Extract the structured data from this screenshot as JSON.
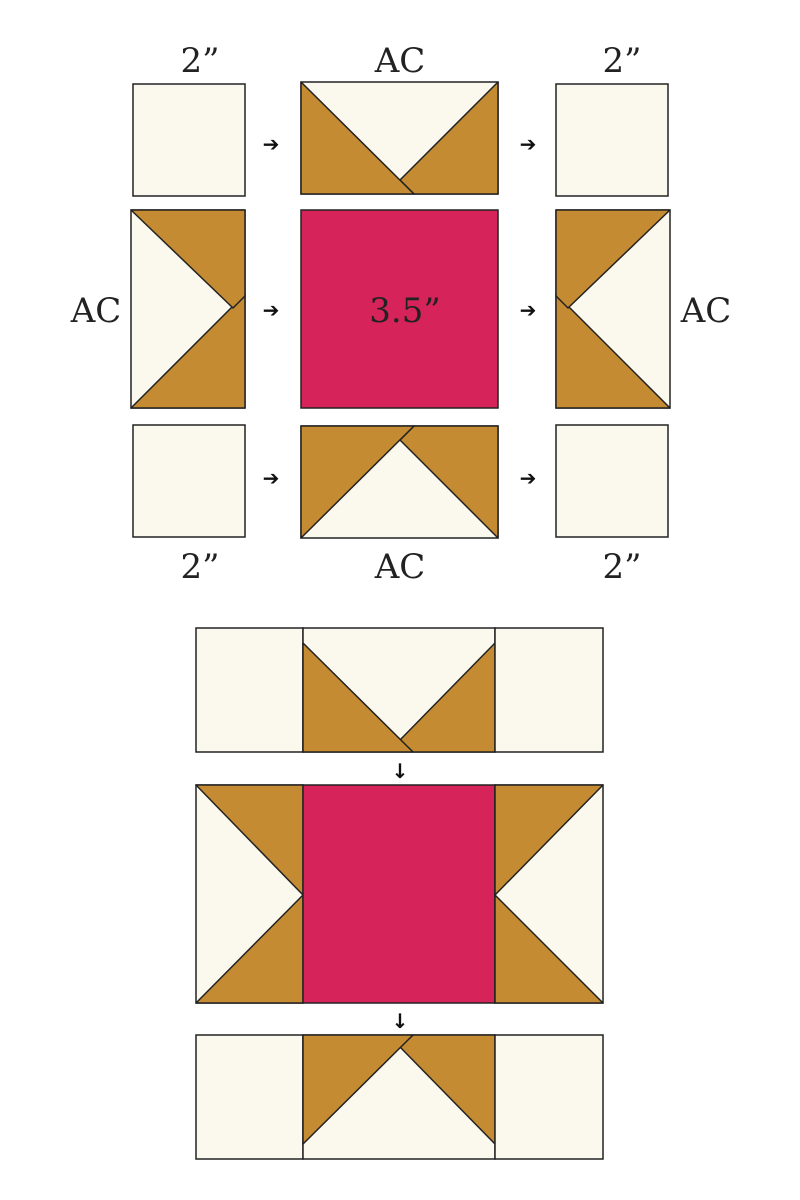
{
  "colors": {
    "cream": "#FBF8EE",
    "gold": "#C48B32",
    "pink": "#D6245A"
  },
  "labels": {
    "top_left": "2”",
    "top_center": "AC",
    "top_right": "2”",
    "middle_left": "AC",
    "center": "3.5”",
    "middle_right": "AC",
    "bottom_left": "2”",
    "bottom_center": "AC",
    "bottom_right": "2”"
  },
  "arrows": {
    "right": "➔",
    "down": "↓"
  }
}
